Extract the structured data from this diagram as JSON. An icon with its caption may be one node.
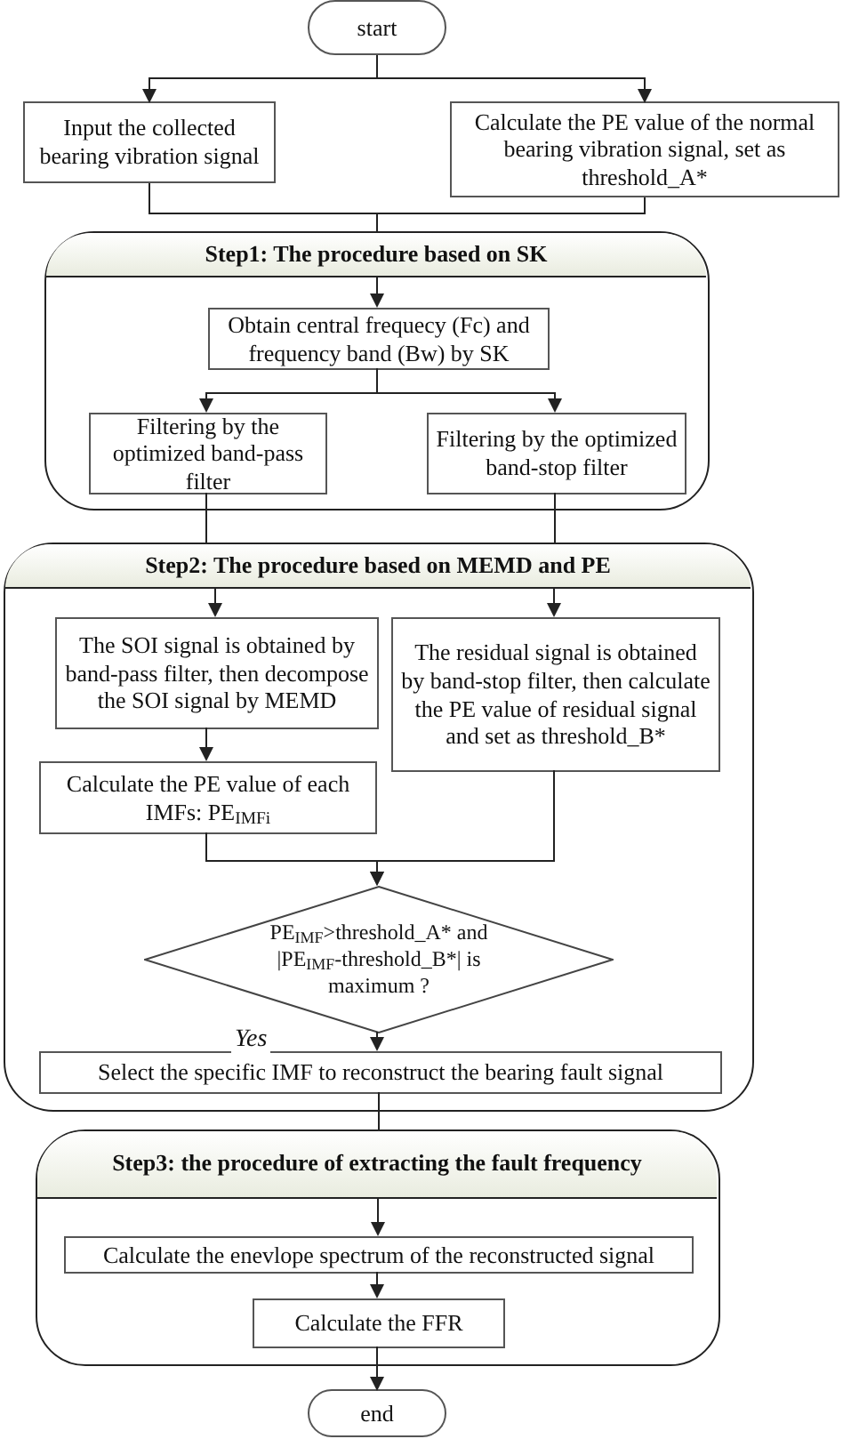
{
  "diagram": {
    "nodes": [
      {
        "text": [
          "start"
        ]
      },
      {
        "text": [
          "Input the collected bearing vibration signal"
        ]
      },
      {
        "text": [
          "Calculate the PE value of the normal bearing vibration signal, set as threshold_A*"
        ]
      },
      {
        "text": [],
        "shape": "box"
      },
      {
        "text": [
          "Step1: The procedure based on SK"
        ],
        "in": 3
      },
      {
        "text": [
          "Obtain central frequecy (Fc) and frequency band (Bw) by SK"
        ],
        "in": 3
      },
      {
        "text": [
          "Filtering by the optimized band-pass filter"
        ],
        "in": 3
      },
      {
        "text": [
          "Filtering by the optimized  band-stop filter"
        ],
        "in": 3
      },
      {
        "text": [],
        "shape": "box"
      },
      {
        "text": [
          "Step2: The procedure based on MEMD and PE"
        ],
        "in": 8
      },
      {
        "text": [
          "The SOI signal is obtained by band-pass filter, then decompose the SOI signal by MEMD"
        ],
        "in": 8
      },
      {
        "text": [
          "The residual signal is obtained by band-stop filter, then calculate the PE value of residual signal and set as threshold_B*"
        ],
        "in": 8
      },
      {
        "text": [
          "Calculate the PE value of each IMFs: PE$_{IMFi}$"
        ],
        "in": 8
      },
      {
        "text": [
          "PE$_{IMF}$>threshold_A* and |PE$_{IMF}$-threshold_B*| is maximum ?"
        ],
        "in": 8
      },
      {
        "text": [
          "Select the specific IMF to reconstruct the bearing fault signal"
        ],
        "in": 8
      },
      {
        "text": [],
        "shape": "box"
      },
      {
        "text": [
          "Step3: the procedure of extracting the fault frequency"
        ],
        "in": 15
      },
      {
        "text": [
          "Calculate the  enevlope spectrum of the reconstructed signal"
        ],
        "in": 15
      },
      {
        "text": [
          "Calculate the FFR"
        ],
        "in": 15
      },
      {
        "text": [
          "end"
        ]
      }
    ],
    "edges": [
      {
        "from": 0,
        "to": 1,
        "arrow": "to"
      },
      {
        "from": 0,
        "to": 2,
        "arrow": "to"
      },
      {
        "from": 1,
        "to": 3,
        "arrow": "none"
      },
      {
        "from": 2,
        "to": 3,
        "arrow": "none"
      },
      {
        "from": 4,
        "to": 5,
        "arrow": "to"
      },
      {
        "from": 5,
        "to": 6,
        "arrow": "to"
      },
      {
        "from": 5,
        "to": 7,
        "arrow": "to"
      },
      {
        "from": 6,
        "to": 8,
        "arrow": "none"
      },
      {
        "from": 7,
        "to": 8,
        "arrow": "none"
      },
      {
        "from": 9,
        "to": 10,
        "arrow": "to"
      },
      {
        "from": 9,
        "to": 11,
        "arrow": "to"
      },
      {
        "from": 10,
        "to": 12,
        "arrow": "to"
      },
      {
        "from": 12,
        "to": 13,
        "arrow": "to"
      },
      {
        "from": 11,
        "to": 13,
        "arrow": "to"
      },
      {
        "from": 13,
        "to": 14,
        "arrow": "to",
        "label": "Yes"
      },
      {
        "from": 14,
        "to": 15,
        "arrow": "none"
      },
      {
        "from": 16,
        "to": 17,
        "arrow": "to"
      },
      {
        "from": 17,
        "to": 18,
        "arrow": "to"
      },
      {
        "from": 18,
        "to": 19,
        "arrow": "to"
      }
    ]
  }
}
